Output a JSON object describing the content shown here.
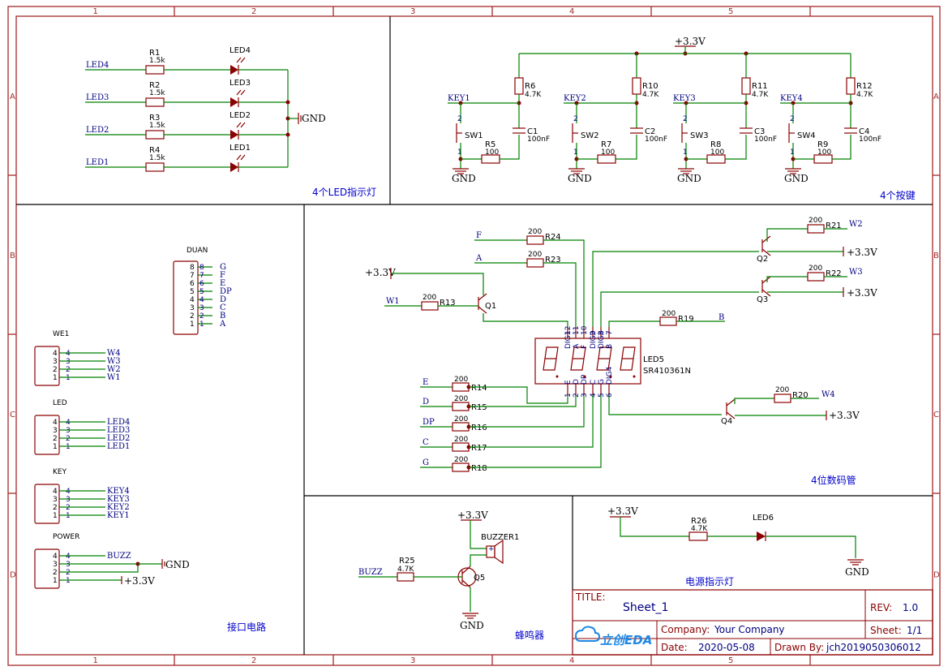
{
  "frame": {
    "columns": [
      "1",
      "2",
      "3",
      "4",
      "5"
    ],
    "rows": [
      "A",
      "B",
      "C",
      "D"
    ]
  },
  "sections": {
    "led": "4个LED指示灯",
    "keys": "4个按键",
    "interface": "接口电路",
    "display": "4位数码管",
    "buzzer": "蜂鸣器",
    "power": "电源指示灯"
  },
  "power_labels": {
    "vcc": "+3.3V",
    "gnd": "GND"
  },
  "led_section": {
    "rows": [
      {
        "net": "LED4",
        "res": "R1",
        "val": "1.5k",
        "led": "LED4"
      },
      {
        "net": "LED3",
        "res": "R2",
        "val": "1.5k",
        "led": "LED3"
      },
      {
        "net": "LED2",
        "res": "R3",
        "val": "1.5k",
        "led": "LED2"
      },
      {
        "net": "LED1",
        "res": "R4",
        "val": "1.5k",
        "led": "LED1"
      }
    ]
  },
  "key_section": {
    "keys": [
      {
        "net": "KEY1",
        "sw": "SW1",
        "pull": "R6",
        "pullval": "4.7K",
        "res": "R5",
        "resval": "100",
        "cap": "C1",
        "capval": "100nF"
      },
      {
        "net": "KEY2",
        "sw": "SW2",
        "pull": "R10",
        "pullval": "4.7K",
        "res": "R7",
        "resval": "100",
        "cap": "C2",
        "capval": "100nF"
      },
      {
        "net": "KEY3",
        "sw": "SW3",
        "pull": "R11",
        "pullval": "4.7K",
        "res": "R8",
        "resval": "100",
        "cap": "C3",
        "capval": "100nF"
      },
      {
        "net": "KEY4",
        "sw": "SW4",
        "pull": "R12",
        "pullval": "4.7K",
        "res": "R9",
        "resval": "100",
        "cap": "C4",
        "capval": "100nF"
      }
    ],
    "pin_top": "2",
    "pin_bottom": "1"
  },
  "interface_section": {
    "duan": {
      "name": "DUAN",
      "pins": [
        "8",
        "7",
        "6",
        "5",
        "4",
        "3",
        "2",
        "1"
      ],
      "nets": [
        "G",
        "F",
        "E",
        "DP",
        "D",
        "C",
        "B",
        "A"
      ]
    },
    "we1": {
      "name": "WE1",
      "pins": [
        "4",
        "3",
        "2",
        "1"
      ],
      "nets": [
        "W4",
        "W3",
        "W2",
        "W1"
      ]
    },
    "led": {
      "name": "LED",
      "pins": [
        "4",
        "3",
        "2",
        "1"
      ],
      "nets": [
        "LED4",
        "LED3",
        "LED2",
        "LED1"
      ]
    },
    "key": {
      "name": "KEY",
      "pins": [
        "4",
        "3",
        "2",
        "1"
      ],
      "nets": [
        "KEY4",
        "KEY3",
        "KEY2",
        "KEY1"
      ]
    },
    "power": {
      "name": "POWER",
      "pins": [
        "4",
        "3",
        "2",
        "1"
      ],
      "nets": [
        "BUZZ",
        "",
        "",
        ""
      ]
    }
  },
  "display_section": {
    "module": {
      "ref": "LED5",
      "part": "SR410361N"
    },
    "top_pins": [
      {
        "num": "12",
        "name": "DIG1"
      },
      {
        "num": "11",
        "name": "A"
      },
      {
        "num": "10",
        "name": "F"
      },
      {
        "num": "9",
        "name": "DIG2"
      },
      {
        "num": "8",
        "name": "DIG3"
      },
      {
        "num": "7",
        "name": "B"
      }
    ],
    "bottom_pins": [
      {
        "num": "1",
        "name": "E"
      },
      {
        "num": "2",
        "name": "D"
      },
      {
        "num": "3",
        "name": "DP"
      },
      {
        "num": "4",
        "name": "C"
      },
      {
        "num": "5",
        "name": "G"
      },
      {
        "num": "6",
        "name": "DIG4"
      }
    ],
    "seg_res_top": [
      {
        "net": "F",
        "val": "200",
        "ref": "R24"
      },
      {
        "net": "A",
        "val": "200",
        "ref": "R23"
      }
    ],
    "seg_res_bottom": [
      {
        "net": "E",
        "val": "200",
        "ref": "R14"
      },
      {
        "net": "D",
        "val": "200",
        "ref": "R15"
      },
      {
        "net": "DP",
        "val": "200",
        "ref": "R16"
      },
      {
        "net": "C",
        "val": "200",
        "ref": "R17"
      },
      {
        "net": "G",
        "val": "200",
        "ref": "R18"
      }
    ],
    "res_b": {
      "net": "B",
      "val": "200",
      "ref": "R19"
    },
    "q1": {
      "ref": "Q1",
      "res": "R13",
      "val": "200",
      "net": "W1"
    },
    "q2": {
      "ref": "Q2",
      "res": "R21",
      "val": "200",
      "net": "W2"
    },
    "q3": {
      "ref": "Q3",
      "res": "R22",
      "val": "200",
      "net": "W3"
    },
    "q4": {
      "ref": "Q4",
      "res": "R20",
      "val": "200",
      "net": "W4"
    }
  },
  "buzzer_section": {
    "buzzer": "BUZZER1",
    "res": "R25",
    "val": "4.7K",
    "q": "Q5",
    "net": "BUZZ"
  },
  "power_section": {
    "res": "R26",
    "val": "4.7K",
    "led": "LED6"
  },
  "title_block": {
    "title_label": "TITLE:",
    "title": "Sheet_1",
    "rev_label": "REV:",
    "rev": "1.0",
    "logo": "立创EDA",
    "company_label": "Company:",
    "company": "Your Company",
    "sheet_label": "Sheet:",
    "sheet": "1/1",
    "date_label": "Date:",
    "date": "2020-05-08",
    "drawn_label": "Drawn By:",
    "drawn": "jch2019050306012"
  }
}
